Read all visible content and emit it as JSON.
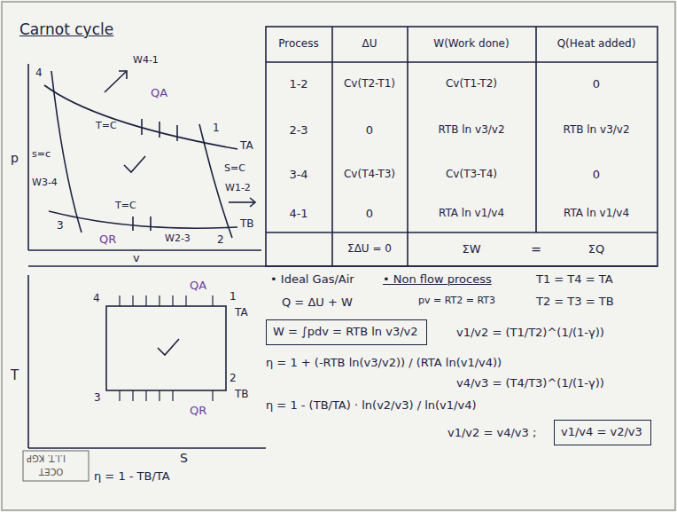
{
  "diagram": {
    "title": "Carnot cycle",
    "nodes": [
      {
        "text": [
          "W = ∫pdv = RTB ln v3/v2"
        ]
      },
      {
        "text": [
          "v1/v4 = v2/v3"
        ]
      }
    ],
    "labels": [
      "p",
      "v",
      "4",
      "1",
      "2",
      "3",
      "TA",
      "TB",
      "T=C",
      "T=C",
      "S=C",
      "s=c",
      "QA",
      "QR",
      "W4-1",
      "W1-2",
      "W3-4",
      "W2-3",
      "T",
      "S",
      "4",
      "1",
      "3",
      "2",
      "TA",
      "TB",
      "QA",
      "QR",
      "Process",
      "ΔU",
      "W(Work done)",
      "Q(Heat added)",
      "1-2",
      "Cv(T2-T1)",
      "Cv(T1-T2)",
      "0",
      "2-3",
      "0",
      "RTB ln v3/v2",
      "RTB ln v3/v2",
      "3-4",
      "Cv(T4-T3)",
      "Cv(T3-T4)",
      "0",
      "4-1",
      "0",
      "RTA ln v1/v4",
      "RTA ln v1/v4",
      "ΣΔU = 0",
      "ΣW",
      "=",
      "ΣQ",
      "• Ideal Gas/Air",
      "• Non flow process",
      "T1 = T4 = TA",
      "Q = ΔU + W",
      "pv = RT2 = RT3",
      "T2 = T3 = TB",
      "v1/v2 = (T1/T2)^(1/(1-γ))",
      "η = 1 + (-RTB ln(v3/v2)) / (RTA ln(v1/v4))",
      "v4/v3 = (T4/T3)^(1/(1-γ))",
      "η = 1 - (TB/TA) · ln(v2/v3) / ln(v1/v4)",
      "v1/v2 = v4/v3 ;",
      "η = 1 - TB/TA",
      "I.I.T. KGP",
      "OCET"
    ]
  }
}
